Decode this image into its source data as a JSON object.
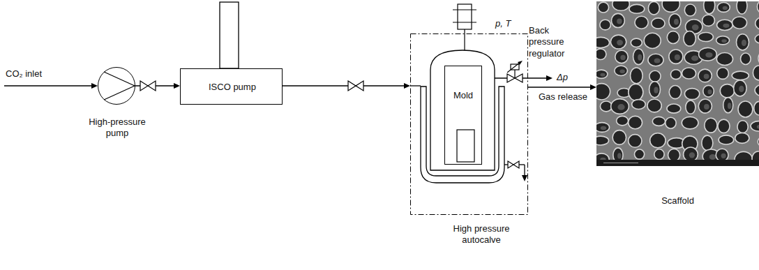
{
  "diagram": {
    "nodes": [
      {
        "text": [
          "High-pressure pump"
        ]
      },
      {
        "text": [
          "ISCO pump"
        ]
      },
      {
        "text": [
          "p, T",
          "High pressure autocalve"
        ]
      },
      {
        "text": [
          "Mold"
        ],
        "in": 2
      },
      {
        "text": [
          "Scaffold"
        ]
      }
    ],
    "edges": [
      {
        "from": 0,
        "to": 1,
        "arrow": "to"
      },
      {
        "from": 1,
        "to": 2,
        "arrow": "to"
      },
      {
        "from": 2,
        "to": 4,
        "arrow": "to",
        "label": "Δp"
      }
    ],
    "labels": [
      "CO₂ inlet",
      "Back pressure regulator",
      "Gas release"
    ]
  }
}
